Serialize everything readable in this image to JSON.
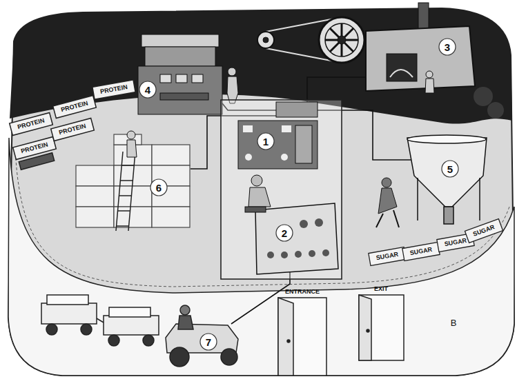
{
  "diagram": {
    "labels": [
      "3",
      "4",
      "PROTEIN",
      "PROTEIN",
      "PROTEIN",
      "PROTEIN",
      "PROTEIN",
      "1",
      "5",
      "6",
      "2",
      "SUGAR",
      "SUGAR",
      "SUGAR",
      "SUGAR",
      "7",
      "ENTRANCE",
      "EXIT",
      "B"
    ]
  }
}
